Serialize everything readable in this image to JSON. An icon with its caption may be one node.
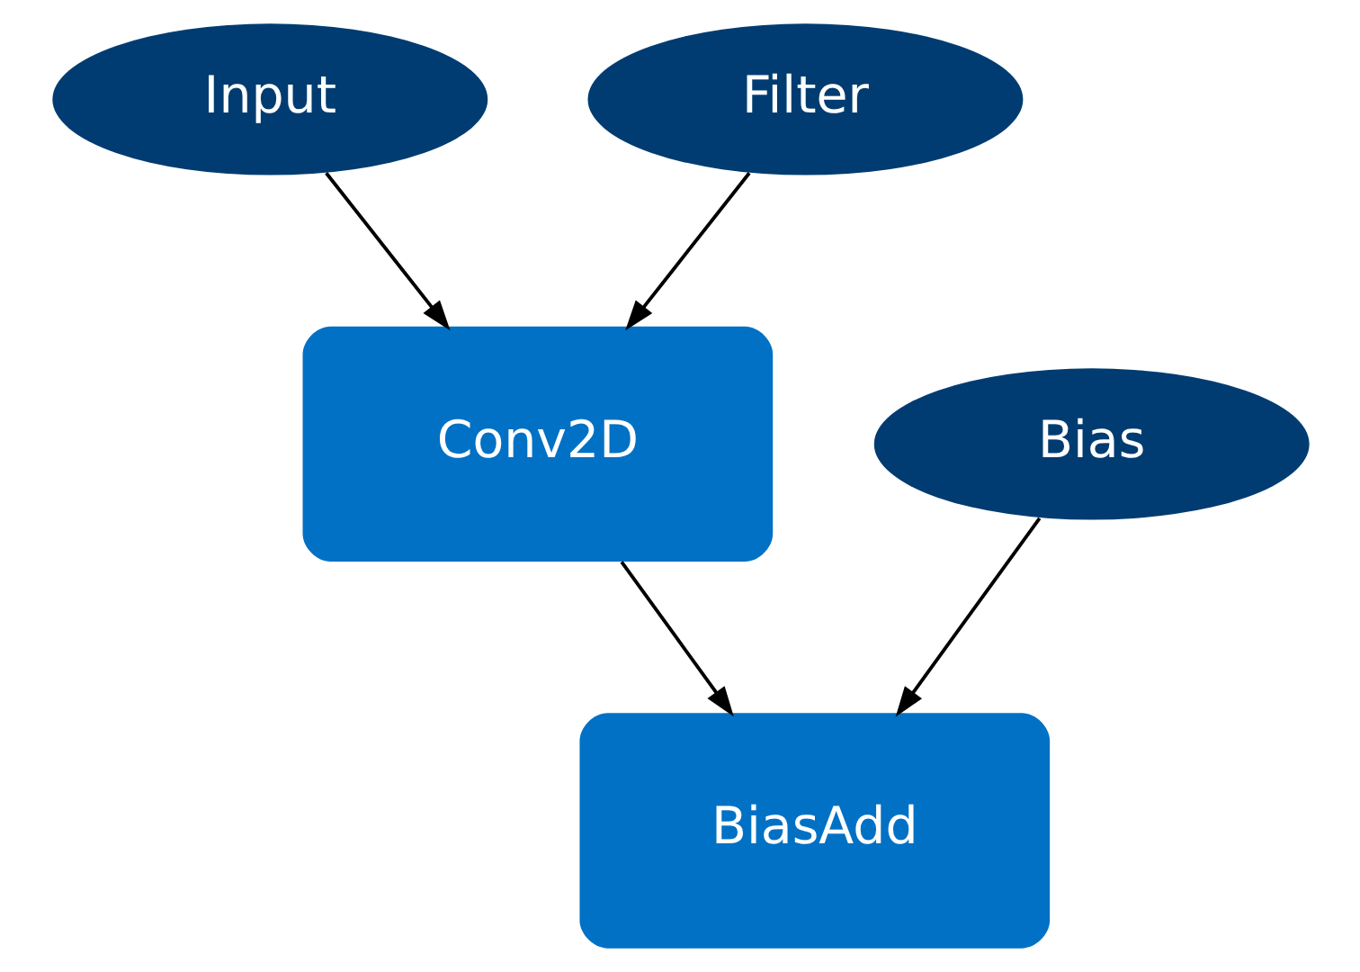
{
  "diagram": {
    "nodes": [
      {
        "text": [
          "Input"
        ]
      },
      {
        "text": [
          "Filter"
        ]
      },
      {
        "text": [
          "Conv2D"
        ]
      },
      {
        "text": [
          "Bias"
        ]
      },
      {
        "text": [
          "BiasAdd"
        ]
      }
    ],
    "edges": [
      {
        "from": 0,
        "to": 2,
        "arrow": "to"
      },
      {
        "from": 1,
        "to": 2,
        "arrow": "to"
      },
      {
        "from": 2,
        "to": 4,
        "arrow": "to"
      },
      {
        "from": 3,
        "to": 4,
        "arrow": "to"
      }
    ]
  }
}
